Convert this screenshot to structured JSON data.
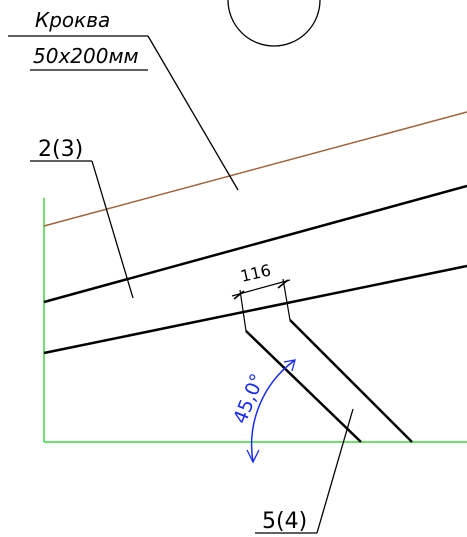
{
  "labels": {
    "rafter_title": "Кроква",
    "rafter_size": "50x200мм",
    "ref_2_3": "2(3)",
    "ref_5_4": "5(4)",
    "dim_width": "116",
    "angle": "45,0°"
  },
  "colors": {
    "line": "#000000",
    "wall": "#3dd63d",
    "roof": "#a0623a",
    "angle_dim": "#1a2cf0"
  }
}
